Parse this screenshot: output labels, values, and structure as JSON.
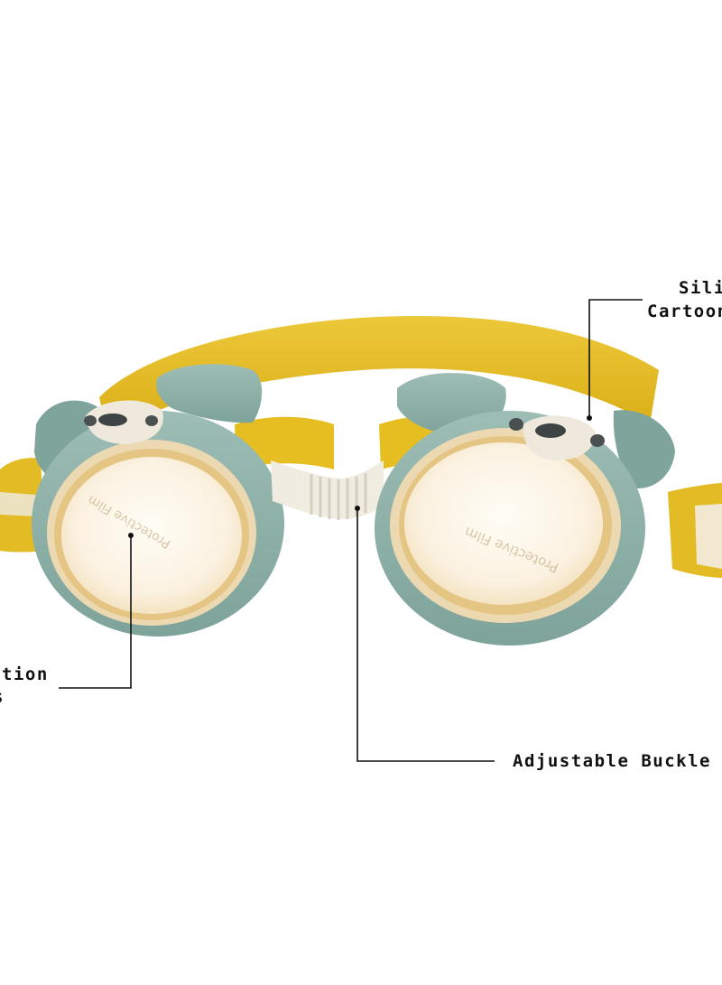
{
  "colors": {
    "background": "#ffffff",
    "strap_yellow": "#e8c22a",
    "strap_yellow_dark": "#d4a90f",
    "frame_teal": "#8fb2aa",
    "frame_teal_dark": "#6f948c",
    "lens_fill": "#fbf1e0",
    "lens_rim": "#e0b45c",
    "clear_plastic": "#eee9dc",
    "face_cream": "#efe8dc",
    "eye_gray": "#4a4f50",
    "text": "#111111"
  },
  "lens_print_left": "Protective Film",
  "lens_print_right": "Protective Film",
  "callouts": {
    "top_right": {
      "line1": "Sili",
      "line2": "Cartoon"
    },
    "left": {
      "line1": "tion",
      "line2": "s"
    },
    "bottom": {
      "label": "Adjustable Buckle"
    }
  }
}
